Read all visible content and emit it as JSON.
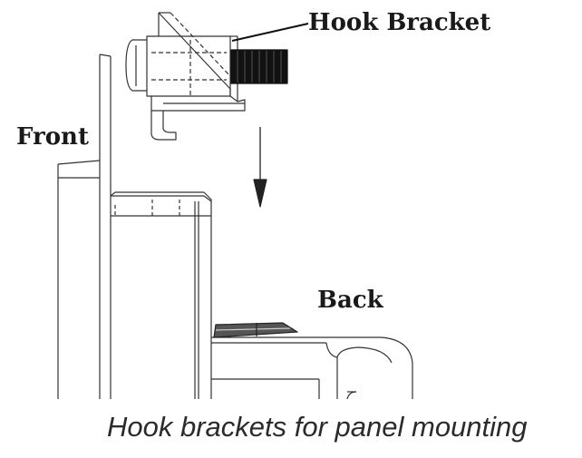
{
  "labels": {
    "hook_bracket": "Hook Bracket",
    "front": "Front",
    "back": "Back"
  },
  "caption": "Hook brackets for panel mounting"
}
